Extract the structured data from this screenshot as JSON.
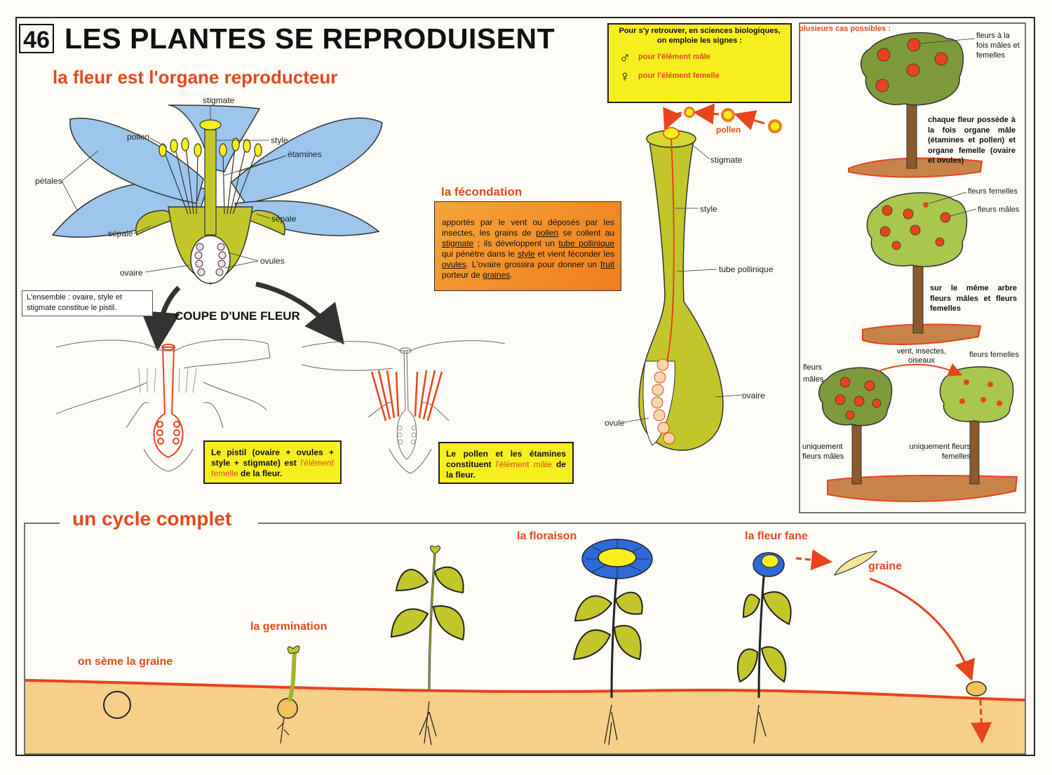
{
  "header": {
    "number": "46",
    "title": "LES PLANTES SE REPRODUISENT"
  },
  "flower_section": {
    "subtitle": "la fleur est l'organe reproducteur",
    "labels": {
      "stigmate": "stigmate",
      "pollen": "pollen",
      "style": "style",
      "etamines": "étamines",
      "petales": "pétales",
      "sepale_left": "sépale",
      "sepale_right": "sépale",
      "ovules": "ovules",
      "ovaire": "ovaire"
    },
    "ensemble_note": "L'ensemble : ovaire, style et stigmate constitue le pistil.",
    "coupe_title": "COUPE D'UNE FLEUR",
    "pistil_box": {
      "part1": "Le pistil (ovaire + ovules + style + stigmate) est ",
      "highlight": "l'élément femelle",
      "part2": " de la fleur."
    },
    "male_box": {
      "part1": "Le pollen et les étamines constituent ",
      "highlight": "l'élément mâle",
      "part2": " de la fleur."
    }
  },
  "signs_box": {
    "intro": "Pour s'y retrouver, en sciences biologiques, on emploie les signes :",
    "male_symbol": "♂",
    "male_text": "pour l'élément mâle",
    "female_symbol": "♀",
    "female_text": "pour l'élément femelle"
  },
  "fecondation": {
    "title": "la fécondation",
    "t1": "apportés par le vent ou déposés par les insectes, les grains de ",
    "w_pollen": "pollen",
    "t2": " se collent au ",
    "w_stigmate": "stigmate",
    "t3": " ; ils développent un ",
    "w_tube": "tube pollinique",
    "t4": " qui pénètre dans le ",
    "w_style": "style",
    "t5": " et vient féconder les ",
    "w_ovules": "ovules",
    "t6": ". L'ovaire grossira pour donner un ",
    "w_fruit": "fruit",
    "t7": " porteur de ",
    "w_graines": "graines",
    "t8": "."
  },
  "pistil_labels": {
    "pollen": "pollen",
    "stigmate": "stigmate",
    "style": "style",
    "tube": "tube pollinique",
    "ovaire": "ovaire",
    "ovule": "ovule"
  },
  "cases": {
    "title": "plusieurs cas possibles :",
    "tree1_label": "fleurs à la fois mâles et femelles",
    "tree1_text": "chaque fleur possède à la fois organe mâle (étamines et pollen) et organe femelle (ovaire et ovules)",
    "tree2_label_f": "fleurs femelles",
    "tree2_label_m": "fleurs mâles",
    "tree2_text": "sur le même arbre fleurs mâles et fleurs femelles",
    "tree3_vector": "vent, insectes, oiseaux",
    "tree3_males": "fleurs mâles",
    "tree3_females": "fleurs femelles",
    "tree3_only_m": "uniquement fleurs mâles",
    "tree3_only_f": "uniquement fleurs femelles"
  },
  "cycle": {
    "title": "un cycle complet",
    "seme": "on sème la graine",
    "germination": "la germination",
    "floraison": "la floraison",
    "fane": "la fleur fane",
    "graine": "graine"
  },
  "colors": {
    "accent_red": "#e24a1e",
    "yellow": "#f7ee1e",
    "orange": "#f5a33a",
    "petal_blue": "#9cc6ec",
    "plant_green": "#c2c62a",
    "ground": "#f6cf8a"
  }
}
